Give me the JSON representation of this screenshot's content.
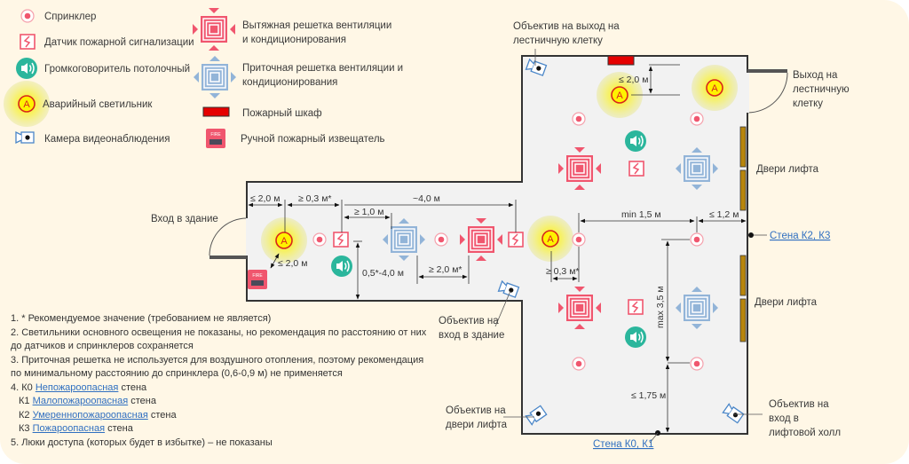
{
  "legend": {
    "sprinkler": "Спринклер",
    "fire_detector": "Датчик пожарной сигнализации",
    "ceiling_speaker": "Громкоговоритель потолочный",
    "emergency_light": "Аварийный светильник",
    "cctv_camera": "Камера видеонаблюдения",
    "exhaust_grille": [
      "Вытяжная решетка вентиляции",
      "и кондиционирования"
    ],
    "supply_grille": [
      "Приточная решетка вентиляции и",
      "кондиционирования"
    ],
    "fire_cabinet": "Пожарный шкаф",
    "manual_call_point": "Ручной пожарный извещатель"
  },
  "icons": {
    "emergency_letter": "A",
    "call_point_label": "FIRE"
  },
  "plan_labels": {
    "entrance": "Вход в здание",
    "stair_exit": [
      "Выход на",
      "лестничную",
      "клетку"
    ],
    "elevator_doors_1": "Двери лифта",
    "elevator_doors_2": "Двери лифта",
    "wall_k2_k3": "Стена К2, К3",
    "wall_k0_k1": "Стена К0, К1",
    "cam_stair": [
      "Объектив на выход на",
      "лестничную клетку"
    ],
    "cam_entrance": [
      "Объектив на",
      "вход в здание"
    ],
    "cam_elevator_doors": [
      "Объектив на",
      "двери лифта"
    ],
    "cam_elevator_hall": [
      "Объектив на",
      "вход в",
      "лифтовой холл"
    ]
  },
  "dimensions": {
    "d1": "≤ 2,0 м",
    "d2": "≥ 0,3 м*",
    "d3": "~4,0 м",
    "d4": "≥ 1,0 м",
    "d5": "≤ 2,0 м",
    "d6": "0,5*-4,0 м",
    "d7": "≥ 2,0 м*",
    "d8": "≥ 0,3 м*",
    "d9": "min 1,5 м",
    "d10": "≤ 1,2 м",
    "d11": "max 3,5 м",
    "d12": "≤ 1,75 м",
    "d13": "≤ 2,0 м"
  },
  "notes": {
    "n1": "1. * Рекомендуемое значение (требованием не является)",
    "n2a": "2. Светильники основного освещения не показаны, но рекомендация по расстоянию от них",
    "n2b": "до датчиков и спринклеров сохраняется",
    "n3a": "3. Приточная решетка не используется для воздушного отопления, поэтому рекомендация",
    "n3b": "по минимальному расстоянию до спринклера (0,6-0,9 м) не применяется",
    "k0_prefix": "4. К0 ",
    "k0_link": "Непожароопасная",
    "k1_prefix": "К1 ",
    "k1_link": "Малопожароопасная",
    "k2_prefix": "К2 ",
    "k2_link": "Умереннопожароопасная",
    "k3_prefix": "К3 ",
    "k3_link": "Пожароопасная",
    "wall_word": " стена",
    "n5": "5. Люки доступа (которых будет в избытке) – не показаны"
  },
  "colors": {
    "background": "#fff7e6",
    "room_fill": "#f2f2f2",
    "wall": "#333333",
    "sprinkler": "#f0566e",
    "exhaust": "#f0566e",
    "supply": "#92b4d8",
    "speaker": "#2bb69c",
    "emergency": "#d8261c",
    "fire_cabinet": "#e50000",
    "elevator_door": "#b8860b",
    "link": "#2f6fc0"
  }
}
